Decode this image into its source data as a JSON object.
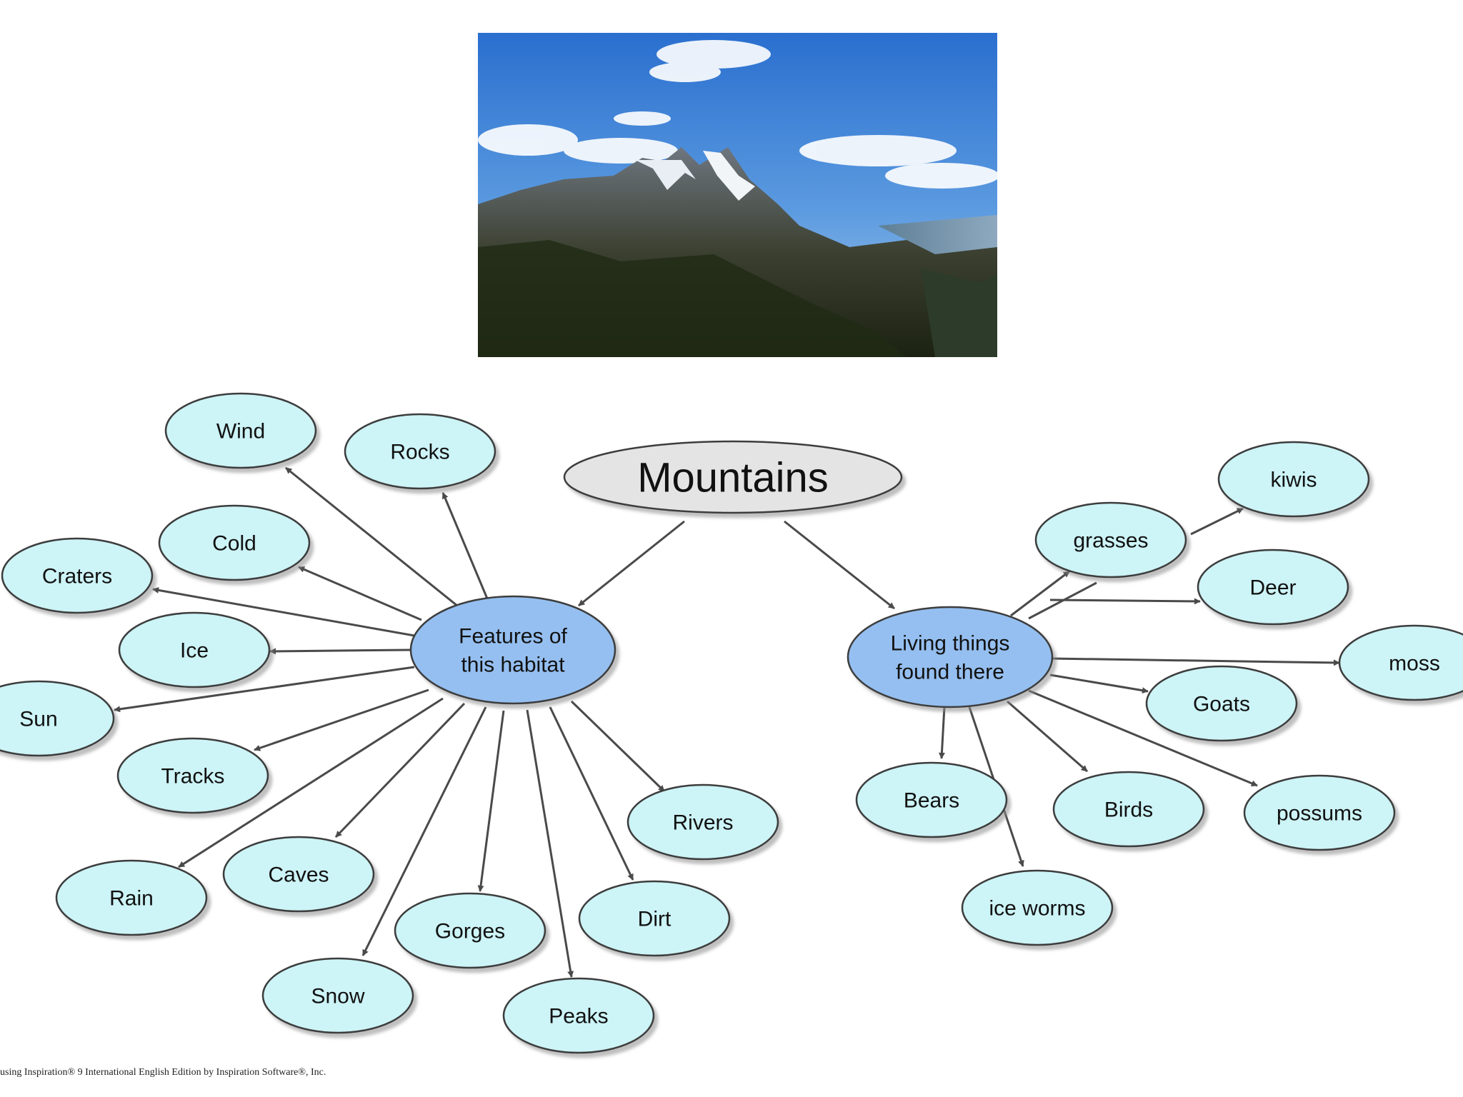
{
  "root": {
    "id": "mountains",
    "label": "Mountains"
  },
  "groups": [
    {
      "id": "features",
      "label_lines": [
        "Features of",
        "this habitat"
      ]
    },
    {
      "id": "living",
      "label_lines": [
        "Living things",
        "found there"
      ]
    }
  ],
  "features": [
    {
      "id": "wind",
      "label": "Wind"
    },
    {
      "id": "rocks",
      "label": "Rocks"
    },
    {
      "id": "cold",
      "label": "Cold"
    },
    {
      "id": "craters",
      "label": "Craters"
    },
    {
      "id": "ice",
      "label": "Ice"
    },
    {
      "id": "sun",
      "label": "Sun"
    },
    {
      "id": "tracks",
      "label": "Tracks"
    },
    {
      "id": "rain",
      "label": "Rain"
    },
    {
      "id": "caves",
      "label": "Caves"
    },
    {
      "id": "snow",
      "label": "Snow"
    },
    {
      "id": "gorges",
      "label": "Gorges"
    },
    {
      "id": "peaks",
      "label": "Peaks"
    },
    {
      "id": "dirt",
      "label": "Dirt"
    },
    {
      "id": "rivers",
      "label": "Rivers"
    }
  ],
  "living_things": [
    {
      "id": "grasses",
      "label": "grasses"
    },
    {
      "id": "kiwis",
      "label": "kiwis"
    },
    {
      "id": "deer",
      "label": "Deer"
    },
    {
      "id": "moss",
      "label": "moss"
    },
    {
      "id": "goats",
      "label": "Goats"
    },
    {
      "id": "bears",
      "label": "Bears"
    },
    {
      "id": "ice-worms",
      "label": "ice worms"
    },
    {
      "id": "birds",
      "label": "Birds"
    },
    {
      "id": "possums",
      "label": "possums"
    }
  ],
  "colors": {
    "root_fill": "#e4e4e4",
    "group_fill": "#95bff0",
    "leaf_fill": "#cdf4f7",
    "outline": "#3c3c3c",
    "arrow": "#4a4a4a"
  },
  "footer": "using Inspiration® 9 International English Edition by Inspiration Software®, Inc."
}
